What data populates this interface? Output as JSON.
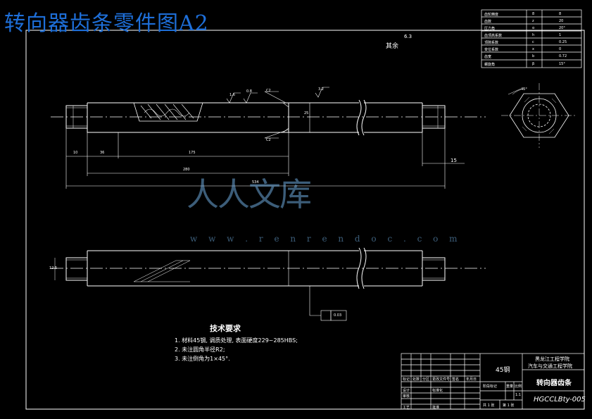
{
  "overlay_title": "转向器齿条零件图A2",
  "watermark": {
    "text": "人人文库",
    "url": "w w w . r e n r e n d o c . c o m"
  },
  "surface_finish_note": {
    "label": "其余",
    "value": "6.3"
  },
  "dimensions": {
    "d10": "10",
    "d36": "36",
    "d175": "175",
    "d280": "280",
    "d534": "534",
    "d15": "15",
    "c2_top": "C2",
    "c2_bottom": "C2",
    "ra_left": "1.6",
    "ra_mid": "0.8",
    "ra_right": "3.2",
    "d25": "25",
    "angle": "45°",
    "section_dim": "12.5",
    "tolerance_box": "0.03"
  },
  "params_table": [
    {
      "name": "齿轮精度",
      "sym": "8",
      "val": "8"
    },
    {
      "name": "齿数",
      "sym": "z",
      "val": "20"
    },
    {
      "name": "压力角",
      "sym": "α",
      "val": "20°"
    },
    {
      "name": "齿顶高系数",
      "sym": "h",
      "val": "1"
    },
    {
      "name": "顶隙系数",
      "sym": "c",
      "val": "0.25"
    },
    {
      "name": "变位系数",
      "sym": "x",
      "val": "0"
    },
    {
      "name": "齿宽",
      "sym": "b",
      "val": "0.72"
    },
    {
      "name": "螺旋角",
      "sym": "β",
      "val": "15°"
    }
  ],
  "tech_requirements": {
    "title": "技术要求",
    "items": [
      "1. 材料45钢, 调质处理, 表面硬度229~285HBS;",
      "2. 未注圆角半径R2;",
      "3. 未注倒角为1×45°."
    ]
  },
  "title_block": {
    "school_line1": "黑龙江工程学院",
    "school_line2": "汽车与交通工程学院",
    "material": "45钢",
    "part_name": "转向器齿条",
    "drawing_code": "HGCCLBty-005",
    "labels": [
      "标记",
      "处数",
      "分区",
      "更改文件号",
      "签名",
      "年月日",
      "设计",
      "审核",
      "工艺",
      "标准化",
      "批准",
      "阶段标记",
      "重量",
      "比例",
      "共 1 张",
      "第 1 张"
    ],
    "scale": "1:1"
  }
}
